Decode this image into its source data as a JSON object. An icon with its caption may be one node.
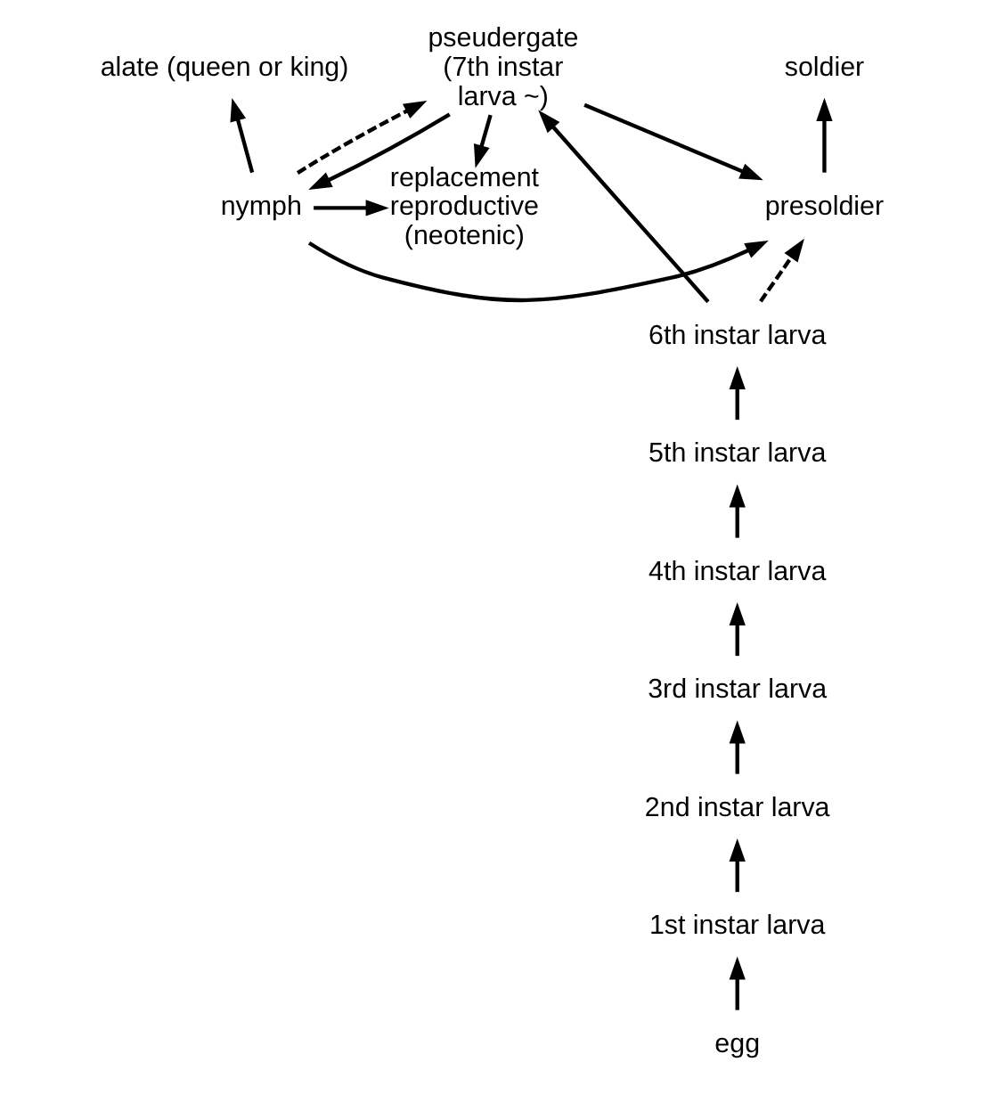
{
  "diagram": {
    "nodes": [
      {
        "text": [
          "alate (queen or king)"
        ]
      },
      {
        "text": [
          "soldier"
        ]
      },
      {
        "text": [
          "replacement reproductive (neotenic)"
        ]
      },
      {
        "text": [
          "nymph"
        ]
      },
      {
        "text": [
          "presoldier"
        ]
      },
      {
        "text": [
          "pseudergate (7th instar larva ~)"
        ]
      },
      {
        "text": [
          "6th instar larva"
        ]
      },
      {
        "text": [
          "5th instar larva"
        ]
      },
      {
        "text": [
          "4th instar larva"
        ]
      },
      {
        "text": [
          "3rd instar larva"
        ]
      },
      {
        "text": [
          "2nd instar larva"
        ]
      },
      {
        "text": [
          "1st instar larva"
        ]
      },
      {
        "text": [
          "egg"
        ]
      }
    ],
    "edges": [
      {
        "from": 3,
        "to": 0,
        "arrow": "to"
      },
      {
        "from": 3,
        "to": 2,
        "arrow": "to"
      },
      {
        "from": 3,
        "to": 4,
        "arrow": "to"
      },
      {
        "from": 4,
        "to": 1,
        "arrow": "to"
      },
      {
        "from": 5,
        "to": 2,
        "arrow": "to"
      },
      {
        "from": 5,
        "to": 3,
        "arrow": "to"
      },
      {
        "from": 3,
        "to": 5,
        "arrow": "to",
        "style": "dashed"
      },
      {
        "from": 5,
        "to": 4,
        "arrow": "to"
      },
      {
        "from": 6,
        "to": 4,
        "arrow": "to",
        "style": "dashed"
      },
      {
        "from": 6,
        "to": 5,
        "arrow": "to"
      },
      {
        "from": 7,
        "to": 6,
        "arrow": "to"
      },
      {
        "from": 8,
        "to": 7,
        "arrow": "to"
      },
      {
        "from": 9,
        "to": 8,
        "arrow": "to"
      },
      {
        "from": 10,
        "to": 9,
        "arrow": "to"
      },
      {
        "from": 11,
        "to": 10,
        "arrow": "to"
      },
      {
        "from": 12,
        "to": 11,
        "arrow": "to"
      }
    ]
  }
}
